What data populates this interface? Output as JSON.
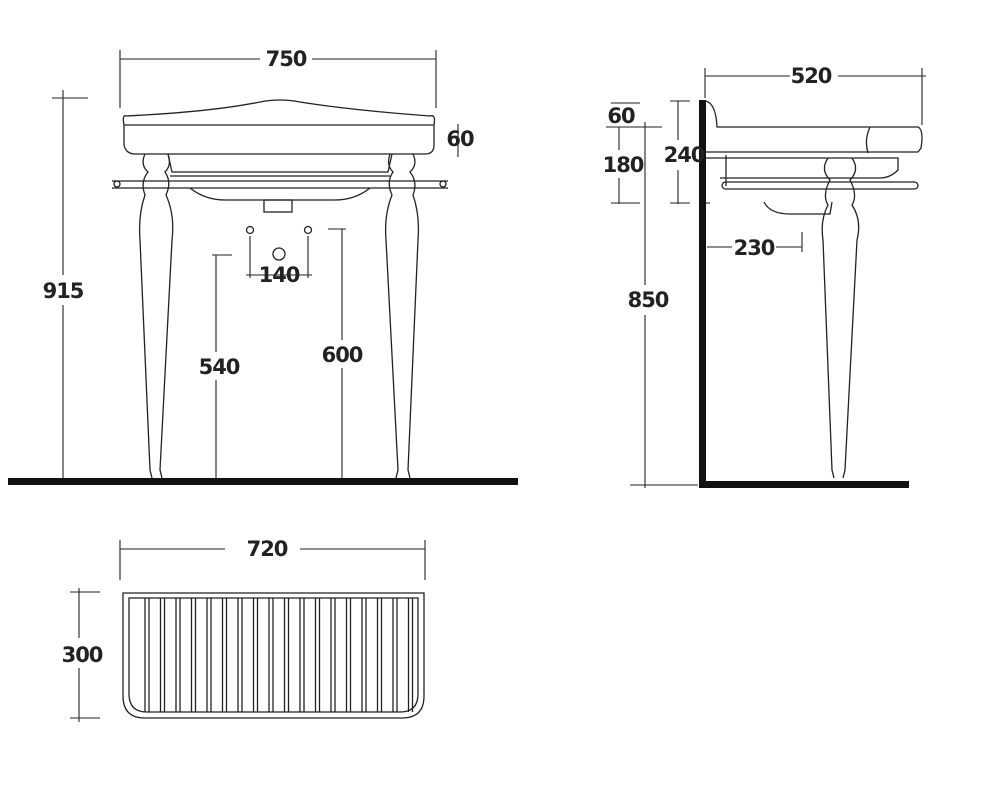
{
  "front_view": {
    "width_label": "750",
    "rim_height_label": "60",
    "total_height_label": "915",
    "tap_spacing_label": "140",
    "waste_height_label": "540",
    "supply_height_label": "600"
  },
  "side_view": {
    "depth_label": "520",
    "rim_label": "60",
    "basin_height_label": "180",
    "overall_basin_label": "240",
    "waste_offset_label": "230",
    "rim_floor_label": "850"
  },
  "plan_view": {
    "width_label": "720",
    "depth_label": "300"
  }
}
